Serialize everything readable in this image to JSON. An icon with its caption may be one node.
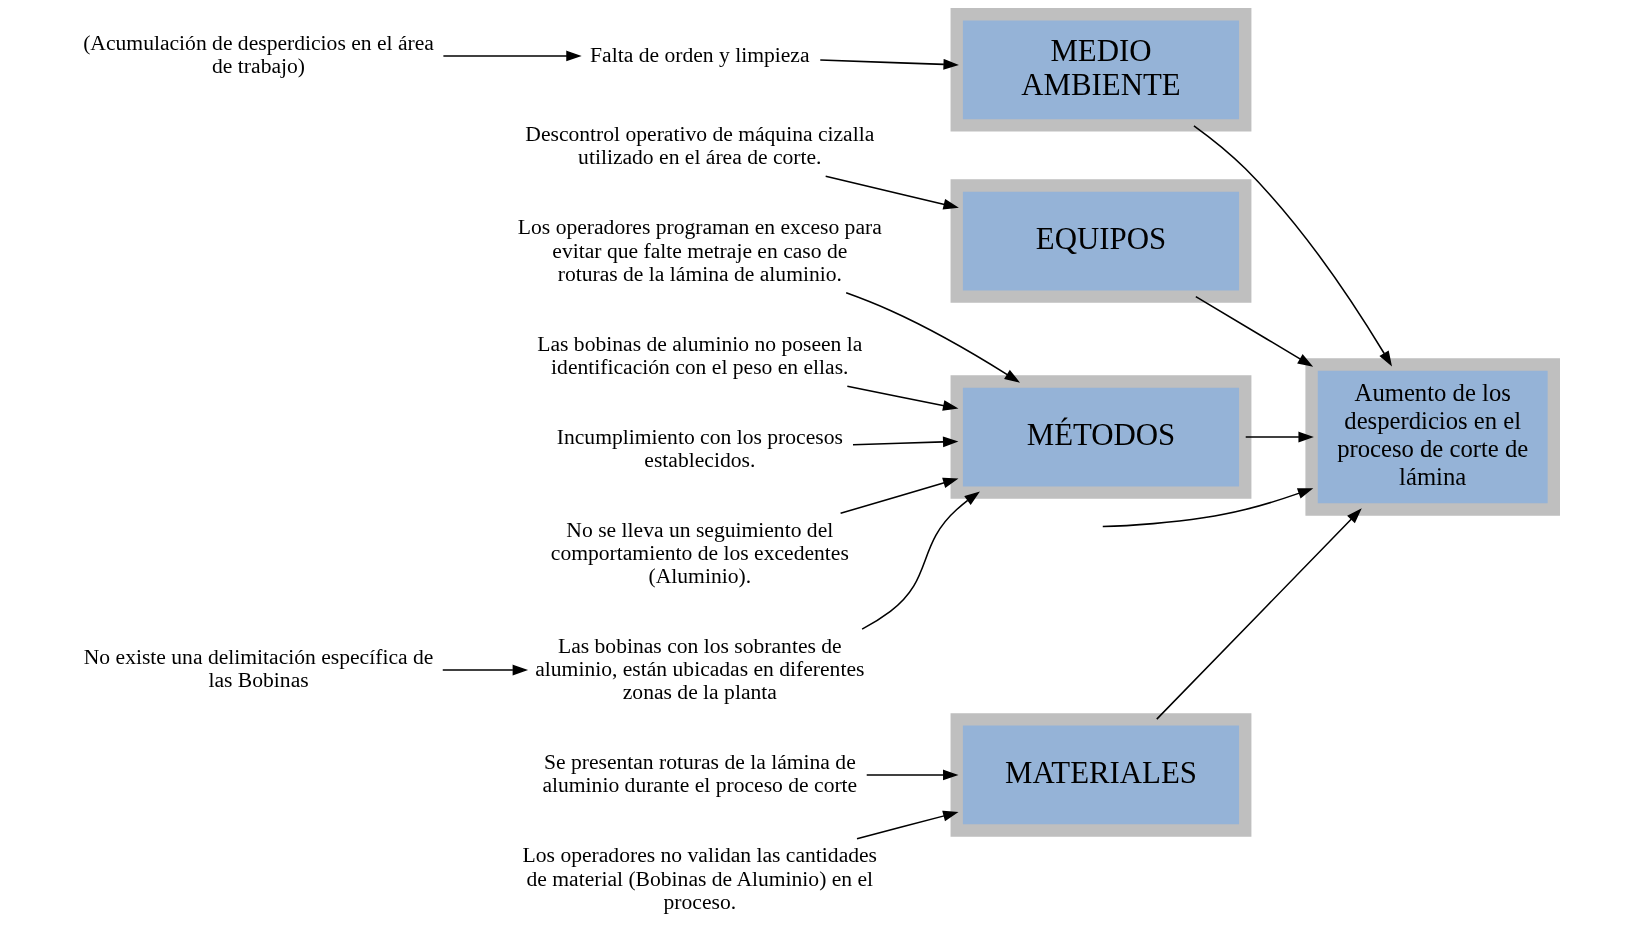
{
  "diagram": {
    "nodes": [
      {
        "text": [
          "MATERIALES"
        ]
      },
      {
        "text": [
          "MEDIO AMBIENTE"
        ]
      },
      {
        "text": [
          "EQUIPOS"
        ]
      },
      {
        "text": [
          "MÉTODOS"
        ]
      },
      {
        "text": [
          "Aumento de los desperdicios en el proceso de corte de lámina"
        ]
      },
      {
        "text": [
          "Se presentan roturas de la lámina de aluminio durante el proceso de corte"
        ]
      },
      {
        "text": [
          "Los operadores no validan las cantidades de material (Bobinas de Aluminio) en el proceso."
        ]
      },
      {
        "text": [
          "Falta de orden y limpieza"
        ]
      },
      {
        "text": [
          "(Acumulación de desperdicios en el área de trabajo)"
        ]
      },
      {
        "text": [
          "Descontrol operativo de máquina cizalla utilizado en el área de corte."
        ]
      },
      {
        "text": [
          "Los operadores programan en exceso para evitar que falte metraje en caso de roturas de la lámina de aluminio."
        ]
      },
      {
        "text": [
          "Las bobinas de aluminio no poseen la identificación con el peso en ellas."
        ]
      },
      {
        "text": [
          "Incumplimiento con los procesos establecidos."
        ]
      },
      {
        "text": [
          "No se lleva un seguimiento del comportamiento de los excedentes (Aluminio)."
        ]
      },
      {
        "text": [
          "Las bobinas con los sobrantes de aluminio, están ubicadas en diferentes zonas de la planta"
        ]
      },
      {
        "text": [
          "No existe una delimitación específica de las Bobinas"
        ]
      }
    ],
    "edges": [
      {
        "from": null,
        "to": 4,
        "arrow": "to"
      },
      {
        "from": 0,
        "to": 4,
        "arrow": "to"
      },
      {
        "from": 1,
        "to": 4,
        "arrow": "to"
      },
      {
        "from": 2,
        "to": 4,
        "arrow": "to"
      },
      {
        "from": 3,
        "to": 4,
        "arrow": "to"
      },
      {
        "from": 5,
        "to": 0,
        "arrow": "to"
      },
      {
        "from": 6,
        "to": 0,
        "arrow": "to"
      },
      {
        "from": 7,
        "to": 1,
        "arrow": "to"
      },
      {
        "from": 8,
        "to": 7,
        "arrow": "to"
      },
      {
        "from": 9,
        "to": 2,
        "arrow": "to"
      },
      {
        "from": 10,
        "to": 3,
        "arrow": "to"
      },
      {
        "from": 11,
        "to": 3,
        "arrow": "to"
      },
      {
        "from": 12,
        "to": 3,
        "arrow": "to"
      },
      {
        "from": 13,
        "to": 3,
        "arrow": "to"
      },
      {
        "from": 14,
        "to": 3,
        "arrow": "to"
      },
      {
        "from": 15,
        "to": 14,
        "arrow": "to"
      }
    ]
  }
}
